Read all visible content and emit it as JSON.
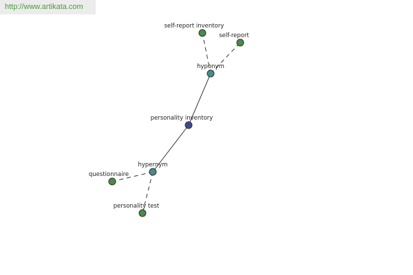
{
  "watermark": {
    "text": "http://www.artikata.com"
  },
  "graph": {
    "center": {
      "label": "personality inventory",
      "color": "#3a4a8c"
    },
    "relations": [
      {
        "label": "hyponym",
        "color": "#4a8a8a",
        "terms": [
          {
            "label": "self-report inventory",
            "color": "#4a8a4a"
          },
          {
            "label": "self-report",
            "color": "#4a8a4a"
          }
        ]
      },
      {
        "label": "hypernym",
        "color": "#4a8a8a",
        "terms": [
          {
            "label": "questionnaire",
            "color": "#4a8a4a"
          },
          {
            "label": "personality test",
            "color": "#4a8a4a"
          }
        ]
      }
    ]
  }
}
